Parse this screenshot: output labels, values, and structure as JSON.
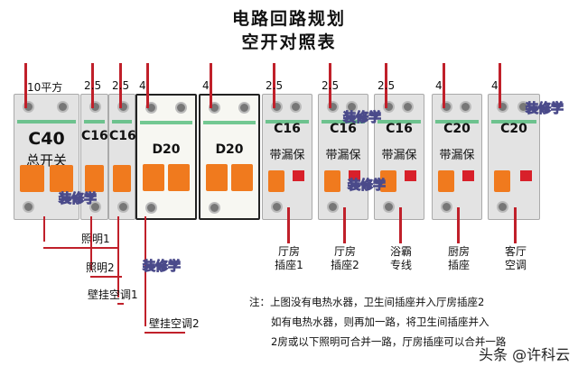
{
  "title_line1": "电路回路规划",
  "title_line2": "空开对照表",
  "breakers": [
    {
      "gauge": "10平方",
      "rating": "C40",
      "sub": "总开关",
      "type": "main"
    },
    {
      "gauge": "2.5",
      "rating": "C16",
      "sub": "",
      "type": "single"
    },
    {
      "gauge": "2.5",
      "rating": "C16",
      "sub": "",
      "type": "single"
    },
    {
      "gauge": "4",
      "rating": "D20",
      "sub": "",
      "type": "double"
    },
    {
      "gauge": "4",
      "rating": "D20",
      "sub": "",
      "type": "double"
    },
    {
      "gauge": "2.5",
      "rating": "C16",
      "sub": "带漏保",
      "type": "rcbo",
      "circuit": "厅房\n插座1"
    },
    {
      "gauge": "2.5",
      "rating": "C16",
      "sub": "带漏保",
      "type": "rcbo",
      "circuit": "厅房\n插座2"
    },
    {
      "gauge": "2.5",
      "rating": "C16",
      "sub": "带漏保",
      "type": "rcbo",
      "circuit": "浴霸\n专线"
    },
    {
      "gauge": "4",
      "rating": "C20",
      "sub": "带漏保",
      "type": "rcbo",
      "circuit": "厨房\n插座"
    },
    {
      "gauge": "4",
      "rating": "C20",
      "sub": "",
      "type": "rcbo",
      "circuit": "客厅\n空调"
    }
  ],
  "left_circuits": [
    "照明1",
    "照明2",
    "壁挂空调1",
    "壁挂空调2"
  ],
  "note": [
    "注：上图没有电热水器，卫生间插座并入厅房插座2",
    "如有电热水器，则再加一路，将卫生间插座并入",
    "2房或以下照明可合并一路，厅房插座可以合并一路"
  ],
  "watermark": "头条 @许科云",
  "stamp_text": "装修学",
  "stamp_small": "公众号 装修学"
}
